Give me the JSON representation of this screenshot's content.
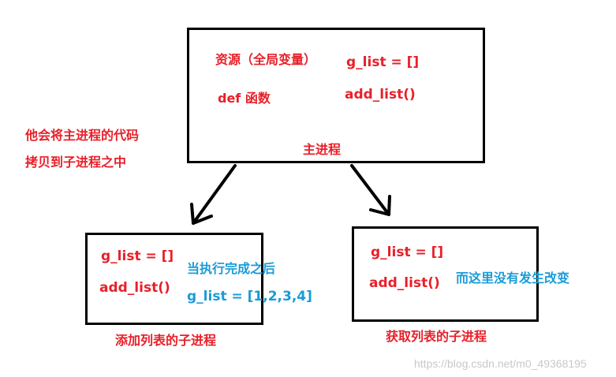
{
  "main_process": {
    "resource_label": "资源（全局变量）",
    "g_list": "g_list = []",
    "def_func": "def 函数",
    "add_list": "add_list()",
    "caption": "主进程"
  },
  "note": {
    "line1": "他会将主进程的代码",
    "line2": "拷贝到子进程之中"
  },
  "child_add": {
    "g_list": "g_list = []",
    "add_list": "add_list()",
    "after_label": "当执行完成之后",
    "after_value": "g_list = [1,2,3,4]",
    "caption": "添加列表的子进程"
  },
  "child_get": {
    "g_list": "g_list = []",
    "add_list": "add_list()",
    "no_change": "而这里没有发生改变",
    "caption": "获取列表的子进程"
  },
  "watermark": "https://blog.csdn.net/m0_49368195",
  "colors": {
    "red": "#e8202a",
    "blue": "#1a9bd7",
    "border": "#000000"
  }
}
